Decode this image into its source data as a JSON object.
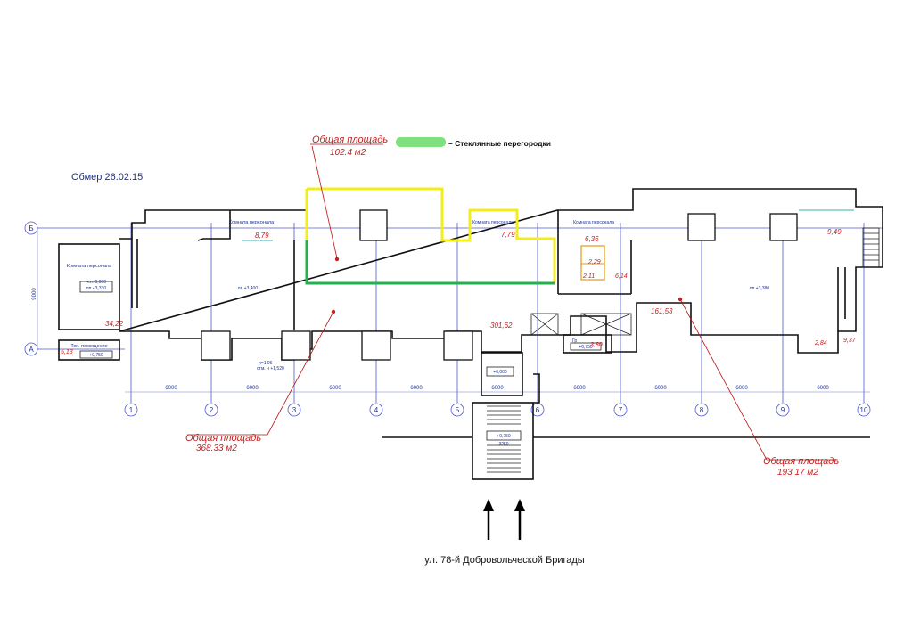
{
  "header": {
    "survey_date": "Обмер 26.02.15",
    "legend_label": "– Стеклянные перегородки"
  },
  "colors": {
    "glass_partition": "#22b14c",
    "highlight": "#f2ee1a",
    "legend_swatch": "#7fe07f",
    "area_annotation": "#c22020",
    "axes": "#4f58c8"
  },
  "areas": [
    {
      "title": "Общая площадь",
      "value": "102.4 м2"
    },
    {
      "title": "Общая площадь",
      "value": "368.33 м2"
    },
    {
      "title": "Общая площадь",
      "value": "193.17 м2"
    }
  ],
  "room_areas": [
    "34,22",
    "5,13",
    "8,79",
    "7,79",
    "6,36",
    "2,29",
    "2,11",
    "6,14",
    "301,62",
    "161,53",
    "3,80",
    "9,49",
    "9,37",
    "2,84"
  ],
  "room_labels": [
    "Комната персонала",
    "Комната персонала",
    "Комната персонала",
    "Комната персонала",
    "Тех. помещение"
  ],
  "level_marks": [
    "ч.п. 0,000",
    "пп +3,330",
    "+0,750",
    "пп +3,400",
    "пп +3,380",
    "+0,000",
    "+0,750",
    "+0,750",
    "h=1,06",
    "отм. н +1,520",
    "Гр"
  ],
  "axis_rows": [
    "Б",
    "А"
  ],
  "axis_cols": [
    "1",
    "2",
    "3",
    "4",
    "5",
    "6",
    "7",
    "8",
    "9",
    "10"
  ],
  "dimensions": [
    "6000",
    "6000",
    "6000",
    "6000",
    "6000",
    "6000",
    "6000",
    "6000",
    "6000",
    "9000",
    "3250"
  ],
  "street": "ул. 78-й Добровольческой Бригады"
}
